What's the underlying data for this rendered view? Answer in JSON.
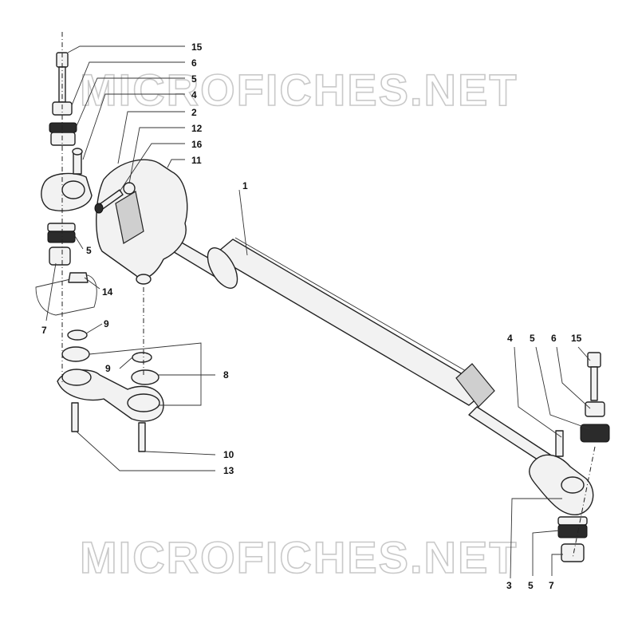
{
  "watermark": {
    "top": "MICROFICHES.NET",
    "bottom": "MICROFICHES.NET"
  },
  "callouts": {
    "c1": "1",
    "c15a": "15",
    "c6a": "6",
    "c5a": "5",
    "c4a": "4",
    "c2": "2",
    "c12": "12",
    "c16": "16",
    "c11": "11",
    "c5b": "5",
    "c14": "14",
    "c7a": "7",
    "c9a": "9",
    "c9b": "9",
    "c8": "8",
    "c10": "10",
    "c13": "13",
    "c4b": "4",
    "c5c": "5",
    "c6b": "6",
    "c15b": "15",
    "c3": "3",
    "c5d": "5",
    "c7b": "7"
  }
}
